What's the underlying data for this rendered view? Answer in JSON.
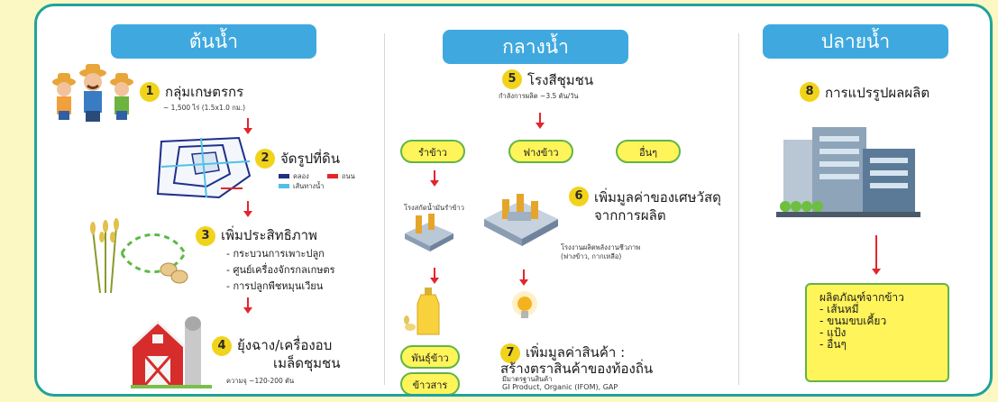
{
  "headers": {
    "upstream": "ต้นน้ำ",
    "midstream": "กลางน้ำ",
    "downstream": "ปลายน้ำ"
  },
  "steps": {
    "s1": {
      "num": "1",
      "title": "กลุ่มเกษตรกร",
      "sub": "~ 1,500 ไร่ (1.5x1.0 กม.)"
    },
    "s2": {
      "num": "2",
      "title": "จัดรูปที่ดิน",
      "legend": [
        {
          "label": "คลอง",
          "color": "#1f2f8a"
        },
        {
          "label": "ถนน",
          "color": "#e3262c"
        },
        {
          "label": "เส้นทางน้ำ",
          "color": "#4fc1e9"
        }
      ]
    },
    "s3": {
      "num": "3",
      "title": "เพิ่มประสิทธิภาพ",
      "items": [
        "- กระบวนการเพาะปลูก",
        "- ศูนย์เครื่องจักรกลเกษตร",
        "- การปลูกพืชหมุนเวียน"
      ]
    },
    "s4": {
      "num": "4",
      "title": "ยุ้งฉาง/เครื่องอบ",
      "title2": "เมล็ดชุมชน",
      "sub": "ความจุ ~120-200 ตัน"
    },
    "s5": {
      "num": "5",
      "title": "โรงสีชุมชน",
      "sub": "กำลังการผลิต ~3.5 ตัน/วัน"
    },
    "s6": {
      "num": "6",
      "title": "เพิ่มมูลค่าของเศษวัสดุ",
      "title2": "จากการผลิต",
      "factory1": "โรงสกัดน้ำมันรำข้าว",
      "factory2": "โรงงานผลิตพลังงานชีวภาพ",
      "factory2b": "(ฟางข้าว, กากเหลือ)"
    },
    "s7": {
      "num": "7",
      "title": "เพิ่มมูลค่าสินค้า :",
      "title2": "สร้างตราสินค้าของท้องถิ่น",
      "sub": "มีมาตรฐานสินค้า",
      "sub2": "GI Product, Organic (IFOM), GAP"
    },
    "s8": {
      "num": "8",
      "title": "การแปรรูปผลผลิต"
    }
  },
  "pills": {
    "bran": "รำข้าว",
    "straw": "ฟางข้าว",
    "others": "อื่นๆ",
    "seed": "พันธุ์ข้าว",
    "milled": "ข้าวสาร"
  },
  "products": {
    "title": "ผลิตภัณฑ์จากข้าว",
    "items": [
      "- เส้นหมี่",
      "- ขนมขบเคี้ยว",
      "- แป้ง",
      "- อื่นๆ"
    ]
  }
}
